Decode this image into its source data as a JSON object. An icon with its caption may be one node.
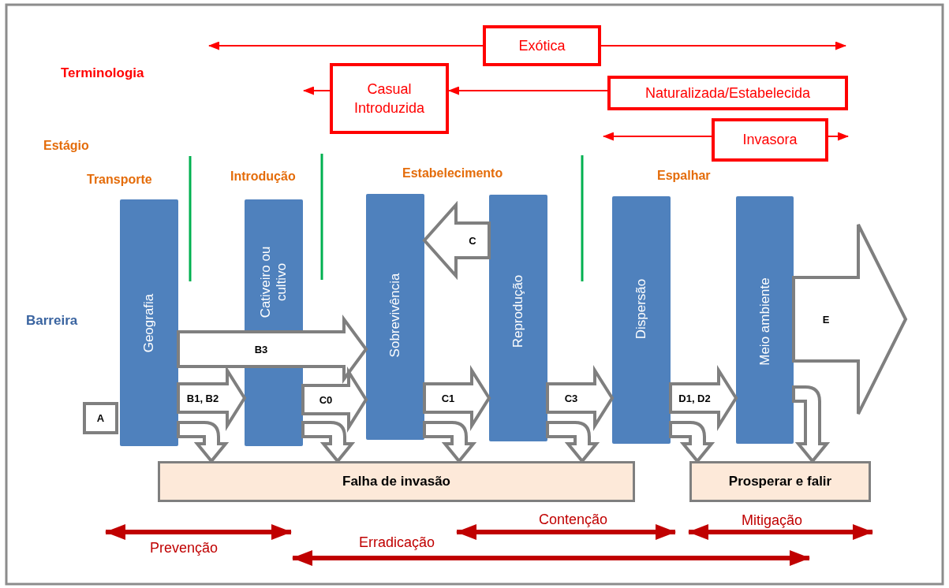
{
  "diagram": {
    "nodes": [
      {
        "text": [
          "Exótica"
        ]
      },
      {
        "text": [
          "Casual Introduzida"
        ]
      },
      {
        "text": [
          "Naturalizada/Estabelecida"
        ]
      },
      {
        "text": [
          "Invasora"
        ]
      },
      {
        "text": [
          "Geografia"
        ]
      },
      {
        "text": [
          "Cativeiro ou cultivo"
        ]
      },
      {
        "text": [
          "Sobrevivência"
        ]
      },
      {
        "text": [
          "Reprodução"
        ]
      },
      {
        "text": [
          "Dispersão"
        ]
      },
      {
        "text": [
          "Meio ambiente"
        ]
      },
      {
        "text": [
          "A"
        ]
      },
      {
        "text": [
          "Falha de invasão"
        ]
      },
      {
        "text": [
          "Prosperar e falir"
        ]
      }
    ],
    "edges": [
      {
        "from": 0,
        "to": null,
        "arrow": "to",
        "color": "#ff0000"
      },
      {
        "from": 0,
        "to": null,
        "arrow": "to",
        "color": "#ff0000"
      },
      {
        "from": 1,
        "to": null,
        "arrow": "to",
        "color": "#ff0000"
      },
      {
        "from": 2,
        "to": 1,
        "arrow": "to",
        "color": "#ff0000"
      },
      {
        "from": 3,
        "to": null,
        "arrow": "to",
        "color": "#ff0000"
      },
      {
        "from": 3,
        "to": null,
        "arrow": "to",
        "color": "#ff0000"
      },
      {
        "from": 4,
        "to": 5,
        "arrow": "to",
        "label": "B1, B2",
        "style": "thick"
      },
      {
        "from": 4,
        "to": 6,
        "arrow": "to",
        "label": "B3",
        "style": "thick"
      },
      {
        "from": 5,
        "to": 6,
        "arrow": "to",
        "label": "C0",
        "style": "thick"
      },
      {
        "from": 6,
        "to": 7,
        "arrow": "to",
        "label": "C1",
        "style": "thick"
      },
      {
        "from": 7,
        "to": 6,
        "arrow": "to",
        "label": "C",
        "style": "thick"
      },
      {
        "from": 7,
        "to": 8,
        "arrow": "to",
        "label": "C3",
        "style": "thick"
      },
      {
        "from": 8,
        "to": 9,
        "arrow": "to",
        "label": "D1, D2",
        "style": "thick"
      },
      {
        "from": 9,
        "to": null,
        "arrow": "to",
        "label": "E",
        "style": "thick"
      },
      {
        "from": 4,
        "to": 11,
        "arrow": "to",
        "style": "thick"
      },
      {
        "from": 5,
        "to": 11,
        "arrow": "to",
        "style": "thick"
      },
      {
        "from": 6,
        "to": 11,
        "arrow": "to",
        "style": "thick"
      },
      {
        "from": 7,
        "to": 11,
        "arrow": "to",
        "style": "thick"
      },
      {
        "from": 8,
        "to": 12,
        "arrow": "to",
        "style": "thick"
      },
      {
        "from": 9,
        "to": 12,
        "arrow": "to",
        "style": "thick"
      }
    ],
    "labels": [
      "Terminologia",
      "Estágio",
      "Transporte",
      "Introdução",
      "Estabelecimento",
      "Espalhar",
      "Barreira",
      "Prevenção",
      "Erradicação",
      "Contenção",
      "Mitigação"
    ]
  }
}
